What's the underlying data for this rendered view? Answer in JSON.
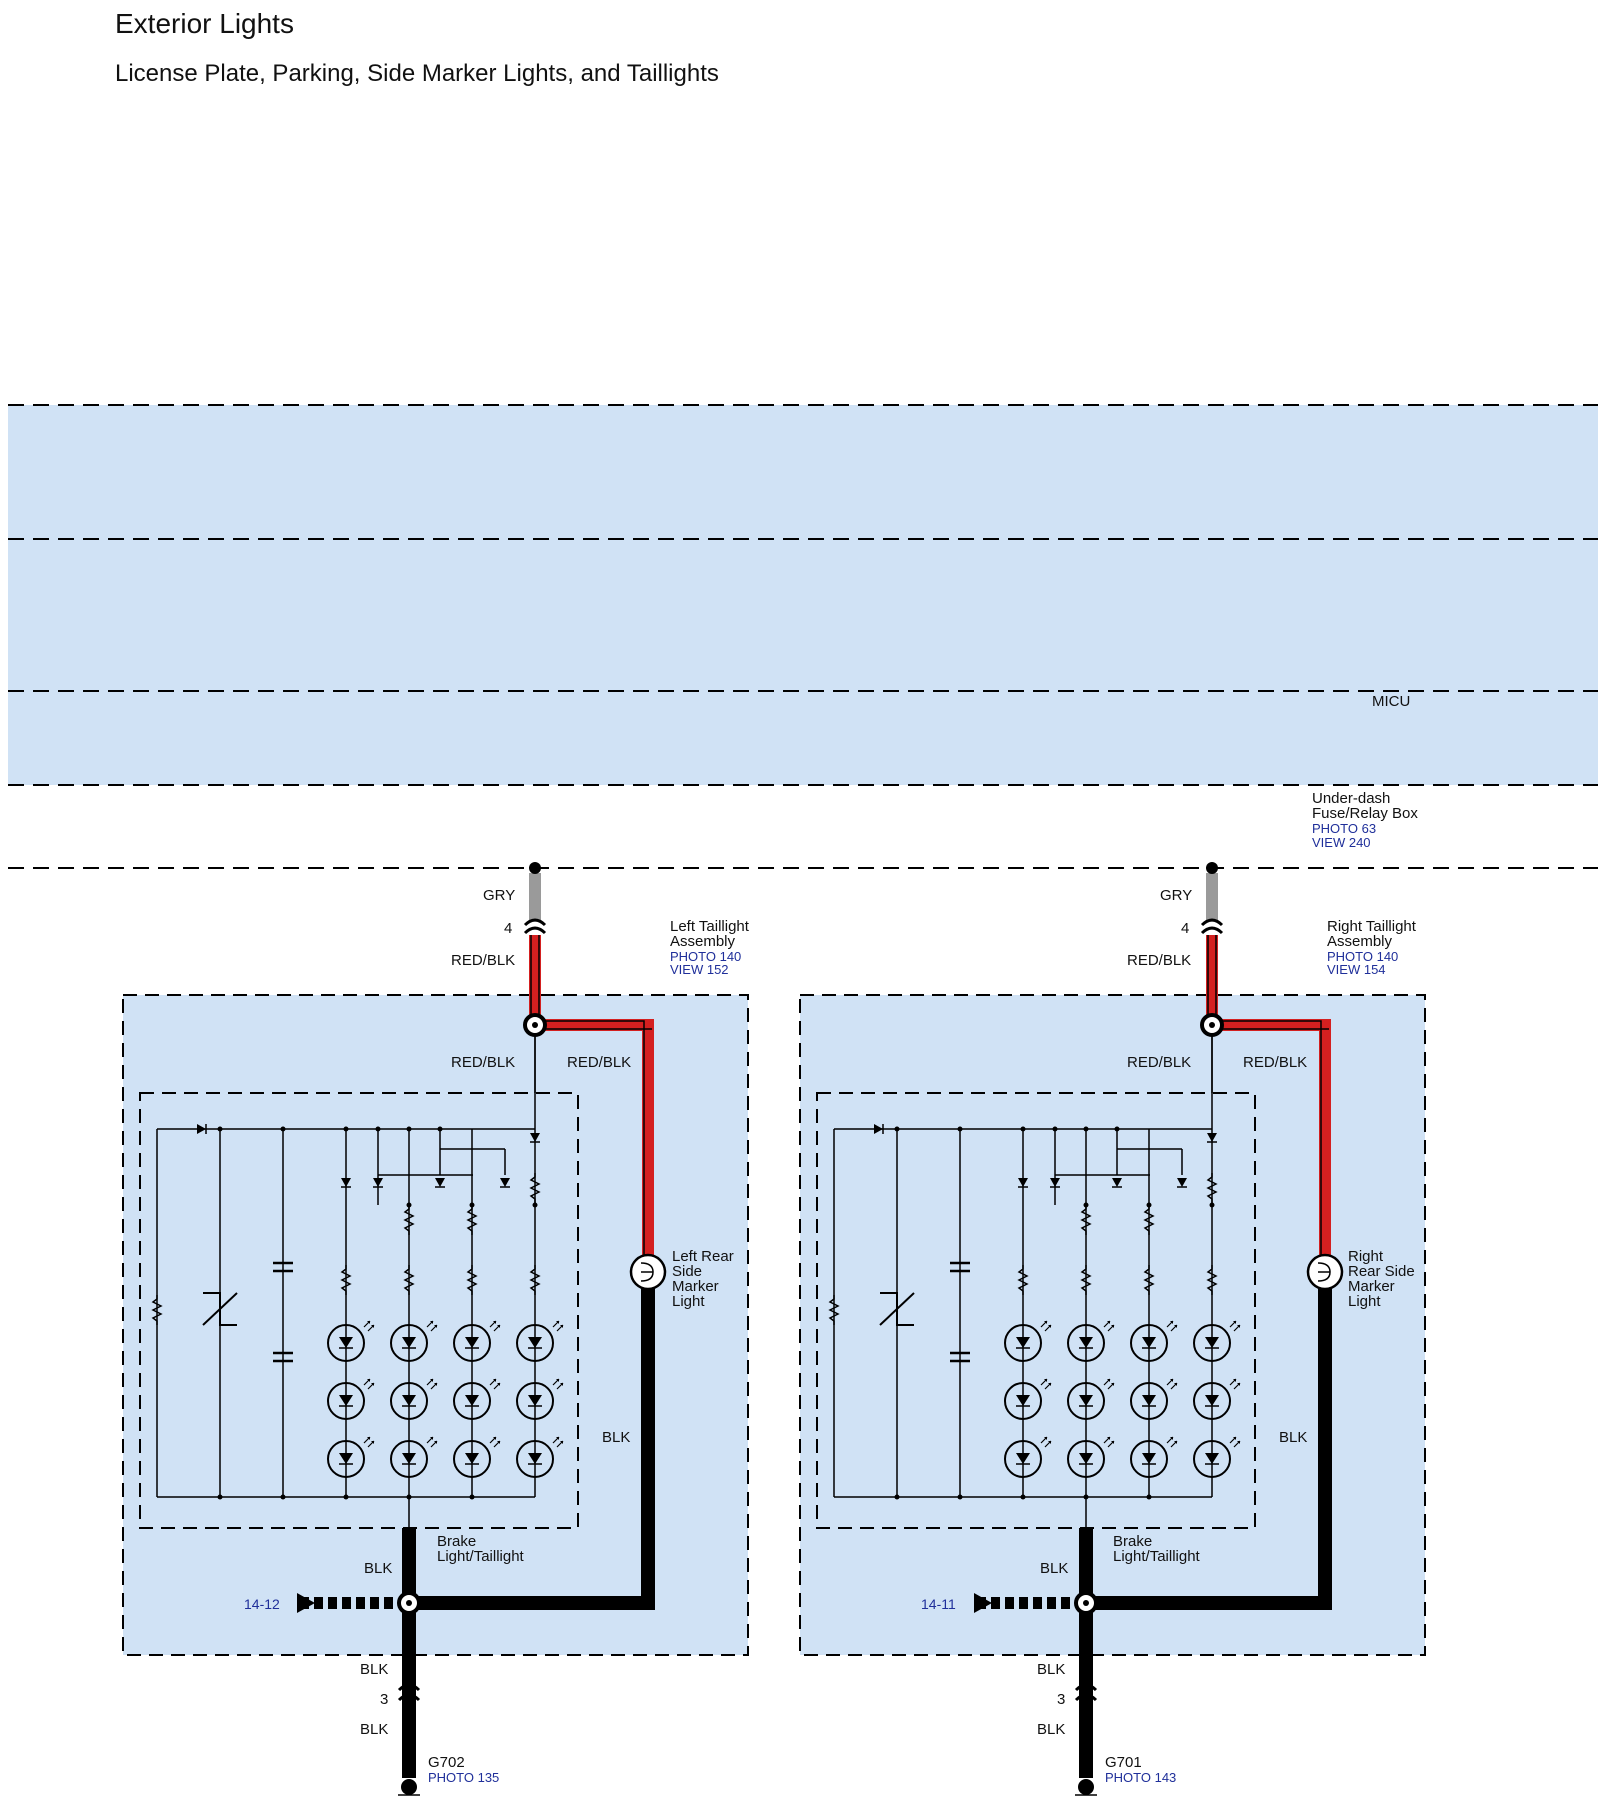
{
  "title": "Exterior Lights",
  "subtitle": "License Plate, Parking, Side Marker Lights, and Taillights",
  "micu_label": "MICU",
  "fuse_box": {
    "name_line1": "Under-dash",
    "name_line2": "Fuse/Relay Box",
    "photo": "PHOTO 63",
    "view": "VIEW 240"
  },
  "left": {
    "gry": "GRY",
    "pin_top": "4",
    "wire_top": "RED/BLK",
    "assembly_line1": "Left Taillight",
    "assembly_line2": "Assembly",
    "assembly_photo": "PHOTO 140",
    "assembly_view": "VIEW 152",
    "wire_inner": "RED/BLK",
    "wire_branch": "RED/BLK",
    "marker_line1": "Left Rear",
    "marker_line2": "Side",
    "marker_line3": "Marker",
    "marker_line4": "Light",
    "blk_right": "BLK",
    "brake_line1": "Brake",
    "brake_line2": "Light/Taillight",
    "blk_mid": "BLK",
    "ref": "14-12",
    "blk_low1": "BLK",
    "pin_bottom": "3",
    "blk_low2": "BLK",
    "ground": "G702",
    "ground_photo": "PHOTO 135"
  },
  "right": {
    "gry": "GRY",
    "pin_top": "4",
    "wire_top": "RED/BLK",
    "assembly_line1": "Right Taillight",
    "assembly_line2": "Assembly",
    "assembly_photo": "PHOTO 140",
    "assembly_view": "VIEW 154",
    "wire_inner": "RED/BLK",
    "wire_branch": "RED/BLK",
    "marker_line1": "Right",
    "marker_line2": "Rear Side",
    "marker_line3": "Marker",
    "marker_line4": "Light",
    "blk_right": "BLK",
    "brake_line1": "Brake",
    "brake_line2": "Light/Taillight",
    "blk_mid": "BLK",
    "ref": "14-11",
    "blk_low1": "BLK",
    "pin_bottom": "3",
    "blk_low2": "BLK",
    "ground": "G701",
    "ground_photo": "PHOTO 143"
  },
  "colors": {
    "panel": "#d0e2f5",
    "wire_red": "#d42020",
    "wire_black": "#000000",
    "wire_gray": "#9a9a9a",
    "ref_blue": "#1f2f9a"
  }
}
